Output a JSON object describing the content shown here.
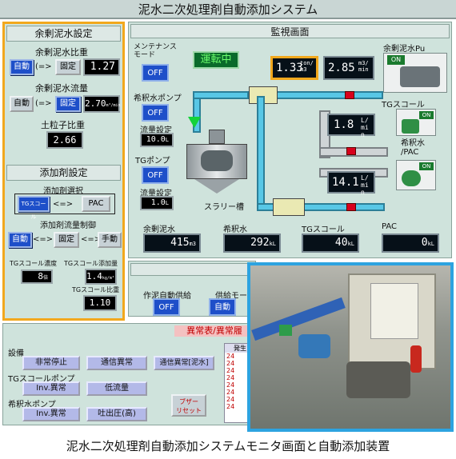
{
  "app_title": "泥水二次処理剤自動添加システム",
  "caption": "泥水二次処理剤自動添加システムモニタ画面と自動添加装置",
  "left_panel": {
    "surplus_header": "余剰泥水設定",
    "specific_gravity_label": "余剰泥水比重",
    "auto_label": "自動",
    "arrow_label": "(=>",
    "fixed_label": "固定",
    "specific_gravity_value": "1.27",
    "flow_label": "余剰泥水流量",
    "flow_value": "2.70",
    "flow_unit": "m³/min",
    "soil_ratio_label": "土粒子比重",
    "soil_ratio_value": "2.66",
    "additive_header": "添加剤設定",
    "additive_select_label": "添加剤選択",
    "tg_short": "TGスコール",
    "pac_label": "PAC",
    "flow_control_label": "添加剤流量制御",
    "manual_label": "手動",
    "tg_conc_label": "TGスコール濃度",
    "tg_amount_label": "TGスコール添加量",
    "tg_conc_value": "8",
    "tg_conc_unit": "倍",
    "tg_amount_value": "1.4",
    "tg_amount_unit": "kg/m³",
    "tg_ratio_label": "TGスコール比重",
    "tg_ratio_value": "1.10"
  },
  "monitor": {
    "header": "監視画面",
    "maintenance_label": "メンテナンス\nモード",
    "off_label": "OFF",
    "running_label": "運転中",
    "solids_value": "1.33",
    "solids_unit": "ton/m3",
    "flow_value": "2.85",
    "flow_unit": "m3/min",
    "pump_title": "余剰泥水Pu",
    "on_label": "ON",
    "dilution_pump_label": "希釈水ポンプ",
    "flow_setting_label": "流量設定",
    "dilution_setting": "10.0",
    "dilution_setting_unit": "L",
    "tg_pump_label": "TGポンプ",
    "tg_setting": "1.0",
    "tg_setting_unit": "L",
    "tg_flow_value": "1.8",
    "tg_flow_unit": "L/min",
    "tg_score_title": "TGスコール",
    "dilution_flow_value": "14.1",
    "dilution_flow_unit": "L/min",
    "dilution_title": "希釈水\n/PAC",
    "slurry_tank": "スラリー槽",
    "totals": [
      {
        "label": "余剰泥水",
        "value": "415",
        "unit": "m3"
      },
      {
        "label": "希釈水",
        "value": "292",
        "unit": "kL"
      },
      {
        "label": "TGスコール",
        "value": "40",
        "unit": "kL"
      },
      {
        "label": "PAC",
        "value": "0",
        "unit": "kL"
      }
    ],
    "mud_auto_label": "作泥自動供給",
    "supply_mode_label": "供給モー",
    "auto_label": "自動"
  },
  "alarm": {
    "header": "異常表/異常履",
    "equipment_label": "設備",
    "emergency_stop": "非常停止",
    "comm_error": "通信異常",
    "comm_error_mud": "通信異常[泥水]",
    "tg_pump_label": "TGスコールポンプ",
    "inv_error": "Inv.異常",
    "low_flow": "低流量",
    "dilution_pump_label": "希釈水ポンプ",
    "discharge_high": "吐出圧(高)",
    "buzzer_reset": "ブザー\nリセット",
    "history_header": "発生",
    "history_prefix": "24"
  },
  "colors": {
    "accent": "#1e4fc9",
    "orange_border": "#f2a81d",
    "photo_border": "#2da3e0",
    "pipe": "#58c7e6",
    "valve": "#d8001c"
  }
}
